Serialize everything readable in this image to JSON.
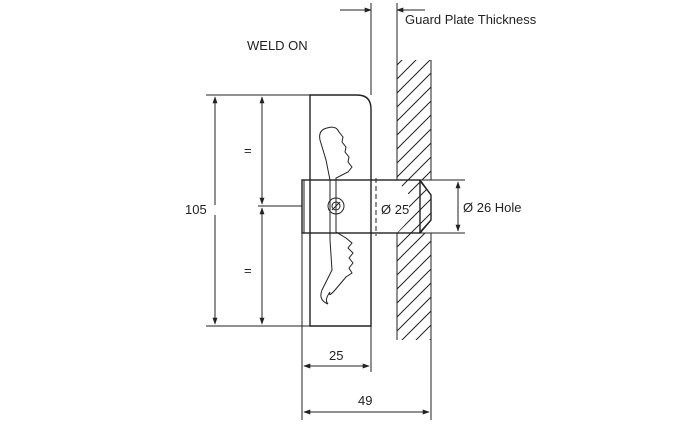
{
  "labels": {
    "guard_plate": "Guard Plate Thickness",
    "weld_on": "WELD ON",
    "pin_diameter": "Ø 25",
    "hole_diameter": "Ø 26 Hole"
  },
  "dimensions": {
    "height": "105",
    "equal_top": "=",
    "equal_bottom": "=",
    "body_width": "25",
    "overall_width": "49"
  },
  "colors": {
    "line": "#222222",
    "background": "#ffffff"
  }
}
